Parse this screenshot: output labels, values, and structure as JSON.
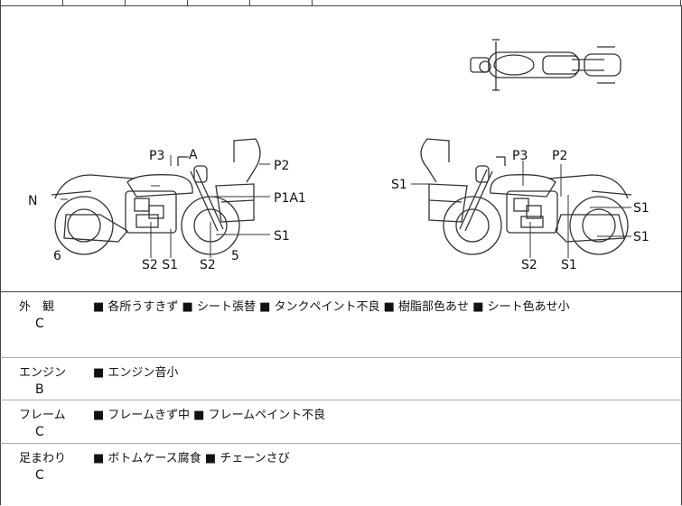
{
  "diagram": {
    "left_labels": {
      "p3": "P3",
      "a": "A",
      "p2": "P2",
      "n": "N",
      "p1a1": "P1A1",
      "s1_right": "S1",
      "num6": "6",
      "s2s1": "S2 S1",
      "s2": "S2",
      "num5": "5"
    },
    "right_labels": {
      "p3": "P3",
      "p2": "P2",
      "s1_left": "S1",
      "s1_upper": "S1",
      "s1_lower": "S1",
      "s2": "S2",
      "s1_bottom": "S1"
    }
  },
  "conditions": [
    {
      "category": "外　観",
      "grade": "C",
      "notes": "■ 各所うすきず ■ シート張替 ■ タンクペイント不良 ■ 樹脂部色あせ ■ シート色あせ小"
    },
    {
      "category": "エンジン",
      "grade": "B",
      "notes": "■ エンジン音小"
    },
    {
      "category": "フレーム",
      "grade": "C",
      "notes": "■ フレームきず中 ■ フレームペイント不良"
    },
    {
      "category": "足まわり",
      "grade": "C",
      "notes": "■ ボトムケース腐食 ■ チェーンさび"
    }
  ]
}
